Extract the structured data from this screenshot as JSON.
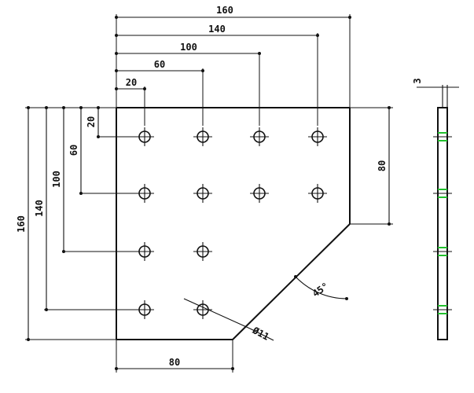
{
  "drawing": {
    "title": "",
    "top_dimensions": [
      {
        "label": "160"
      },
      {
        "label": "140"
      },
      {
        "label": "100"
      },
      {
        "label": "60"
      },
      {
        "label": "20"
      }
    ],
    "left_dimensions": [
      {
        "label": "160"
      },
      {
        "label": "140"
      },
      {
        "label": "100"
      },
      {
        "label": "60"
      },
      {
        "label": "20"
      }
    ],
    "right_dimension": {
      "label": "80"
    },
    "bottom_dimension": {
      "label": "80"
    },
    "angle_label": "45°",
    "hole_label": "Ø11",
    "thickness_label": "3",
    "hole_rows": [
      {
        "row": 1,
        "count": 4
      },
      {
        "row": 2,
        "count": 4
      },
      {
        "row": 3,
        "count": 2
      },
      {
        "row": 4,
        "count": 2
      }
    ]
  }
}
